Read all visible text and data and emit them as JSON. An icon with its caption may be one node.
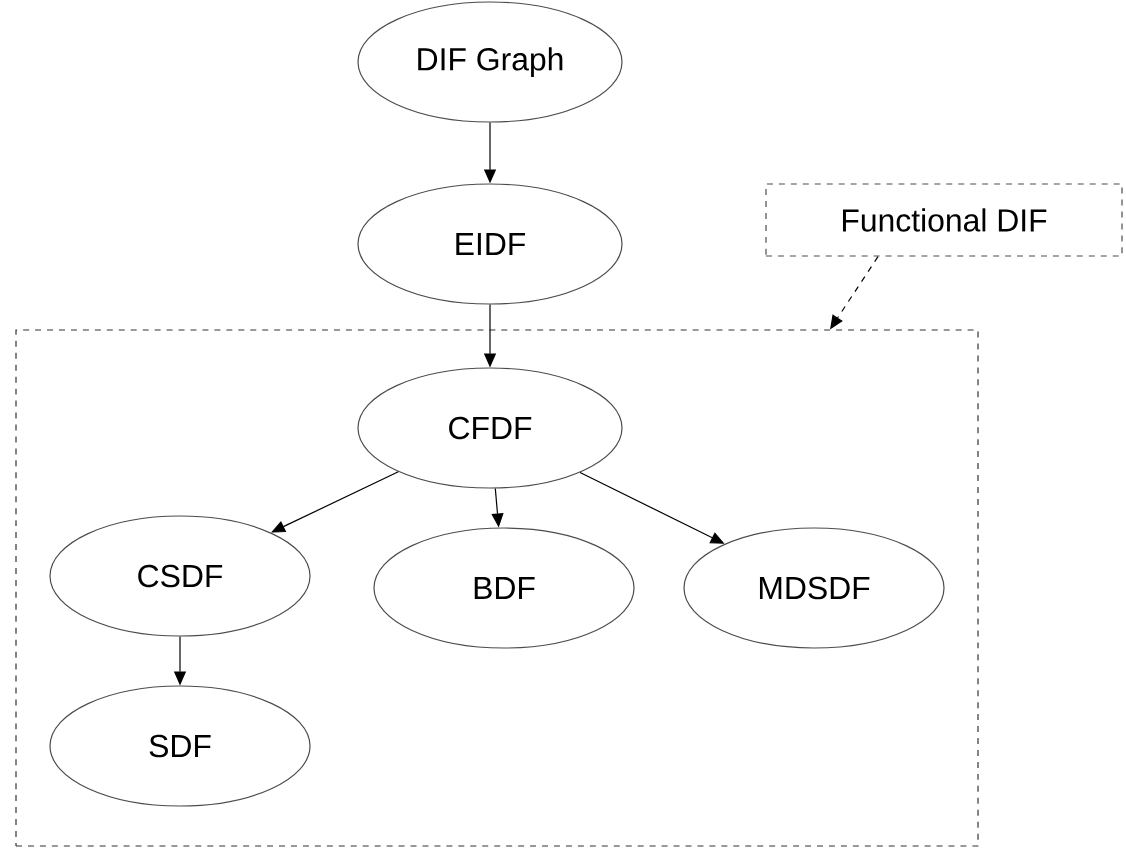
{
  "diagram": {
    "nodes": [
      {
        "text": [
          "DIF Graph"
        ]
      },
      {
        "text": [
          "EIDF"
        ]
      },
      {
        "text": [
          "Functional DIF"
        ]
      },
      {
        "text": [],
        "shape": "box"
      },
      {
        "text": [
          "CFDF"
        ],
        "in": 3
      },
      {
        "text": [
          "CSDF"
        ],
        "in": 3
      },
      {
        "text": [
          "BDF"
        ],
        "in": 3
      },
      {
        "text": [
          "MDSDF"
        ],
        "in": 3
      },
      {
        "text": [
          "SDF"
        ],
        "in": 3
      }
    ],
    "edges": [
      {
        "from": 0,
        "to": 1,
        "arrow": "to"
      },
      {
        "from": 1,
        "to": 4,
        "arrow": "to"
      },
      {
        "from": 2,
        "to": 3,
        "arrow": "to",
        "style": "dashed"
      },
      {
        "from": 4,
        "to": 5,
        "arrow": "to"
      },
      {
        "from": 4,
        "to": 6,
        "arrow": "to"
      },
      {
        "from": 4,
        "to": 7,
        "arrow": "to"
      },
      {
        "from": 5,
        "to": 8,
        "arrow": "to"
      }
    ]
  }
}
